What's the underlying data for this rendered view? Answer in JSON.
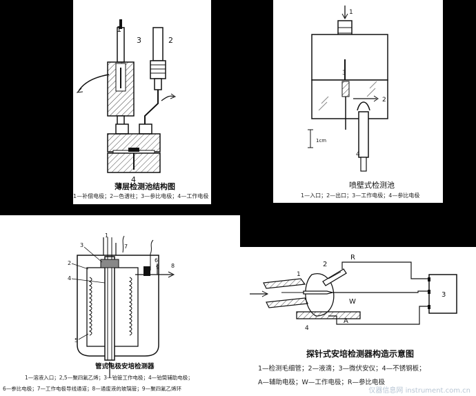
{
  "panels": {
    "thin_layer": {
      "title": "薄层检测池结构图",
      "caption": "1—补偿电极；2—色谱柱；3—参比电极；4—工作电极",
      "labels": {
        "n1": "1",
        "n2": "2",
        "n3": "3",
        "n4": "4"
      }
    },
    "wall_jet": {
      "title": "喷壁式检测池",
      "caption": "1—入口；2—出口；3—工作电极；4—参比电极",
      "labels": {
        "n1": "1",
        "n2": "2",
        "n3": "3",
        "n4": "4",
        "scale": "1cm"
      }
    },
    "tubular": {
      "title": "管式电极安培检测器",
      "caption_line1": "1—溶液入口；2,5—聚四氟乙烯；3—铂管工作电极；4—铂筒辅助电极；",
      "caption_line2": "6—参比电极；7—工作电极导线通道；8—通废液的玻璃管；9—聚四氟乙烯环",
      "labels": {
        "n1": "1",
        "n2": "2",
        "n3": "3",
        "n4": "4",
        "n5": "5",
        "n6": "6",
        "n7": "7",
        "n8": "8",
        "n9": "9"
      }
    },
    "probe": {
      "title": "探针式安培检测器构造示意图",
      "caption_line1": "1—检测毛细管；2—液滴；3—微伏安仪；4—不锈钢板；",
      "caption_line2": "A—辅助电极；W—工作电极；R—参比电极",
      "labels": {
        "n1": "1",
        "n2": "2",
        "n3": "3",
        "n4": "4",
        "R": "R",
        "W": "W",
        "A": "A"
      }
    }
  },
  "watermark": "仪器信息网 instrument.com.cn",
  "colors": {
    "background": "#000000",
    "panel": "#ffffff",
    "ink": "#111111",
    "hatch": "#444444"
  }
}
